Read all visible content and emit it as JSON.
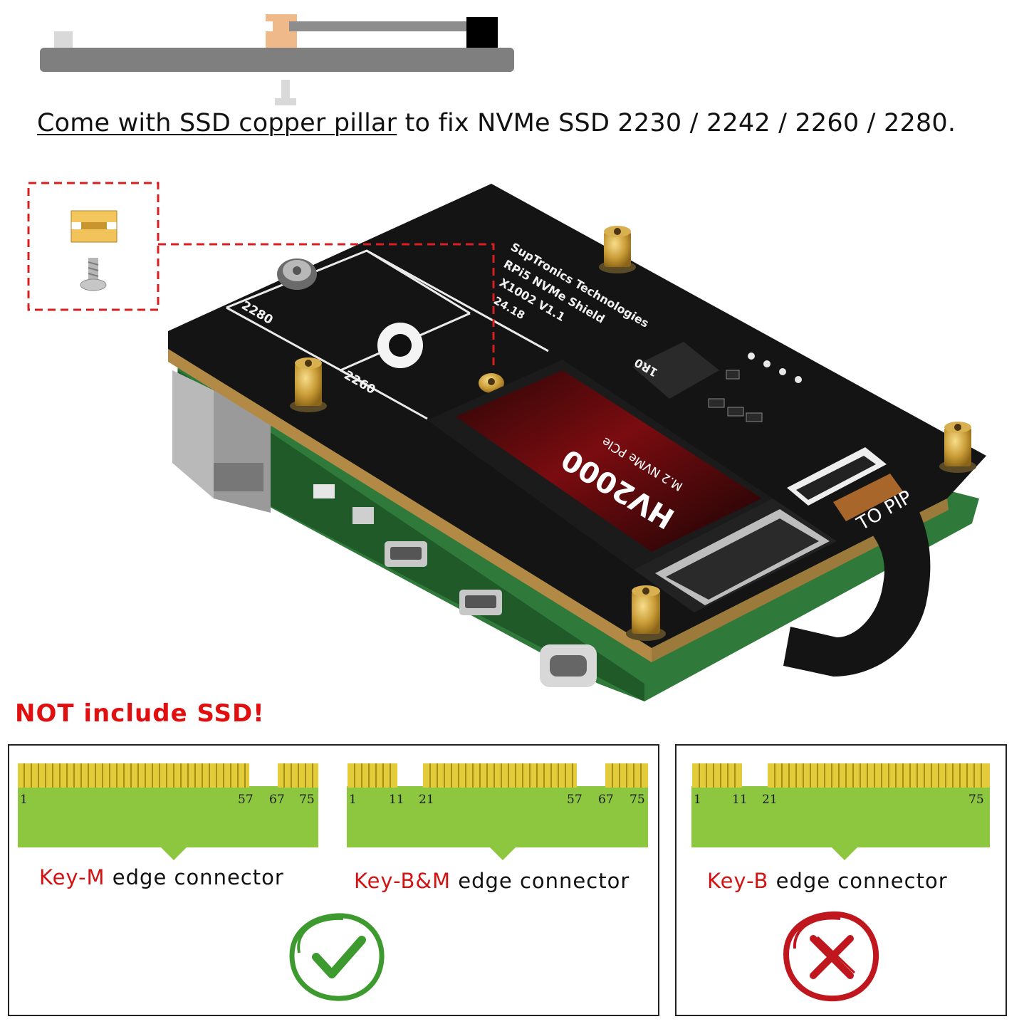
{
  "caption": {
    "underlined": "Come with SSD copper pillar",
    "rest": " to fix NVMe SSD 2230 / 2242 / 2260 / 2280."
  },
  "board": {
    "silkscreen": {
      "line1": "SupTronics Technologies",
      "line2": "RPi5 NVMe Shield",
      "line3": "X1002 V1.1",
      "line4": "24.18",
      "size_2280": "2280",
      "size_2260": "2260",
      "inductor": "1R0"
    },
    "ssd": {
      "model": "HV2000",
      "subtitle": "M.2 NVMe PCIe"
    },
    "cable_label": "TO PIP"
  },
  "warning": "NOT include SSD!",
  "connectors": [
    {
      "key": "Key-M",
      "suffix": " edge connector",
      "pins": [
        "1",
        "57",
        "67",
        "75"
      ],
      "supported": true
    },
    {
      "key": "Key-B&M",
      "suffix": " edge connector",
      "pins": [
        "1",
        "11",
        "21",
        "57",
        "67",
        "75"
      ],
      "supported": true
    },
    {
      "key": "Key-B",
      "suffix": " edge connector",
      "pins": [
        "1",
        "11",
        "21",
        "75"
      ],
      "supported": false
    }
  ],
  "icons": {
    "supported": "check-icon",
    "unsupported": "cross-icon"
  },
  "colors": {
    "pcb_green": "#8dc63f",
    "gold_finger": "#e3cc3a",
    "accent_red": "#d31212",
    "check_green": "#3d9a2e",
    "cross_red": "#c0161d"
  }
}
